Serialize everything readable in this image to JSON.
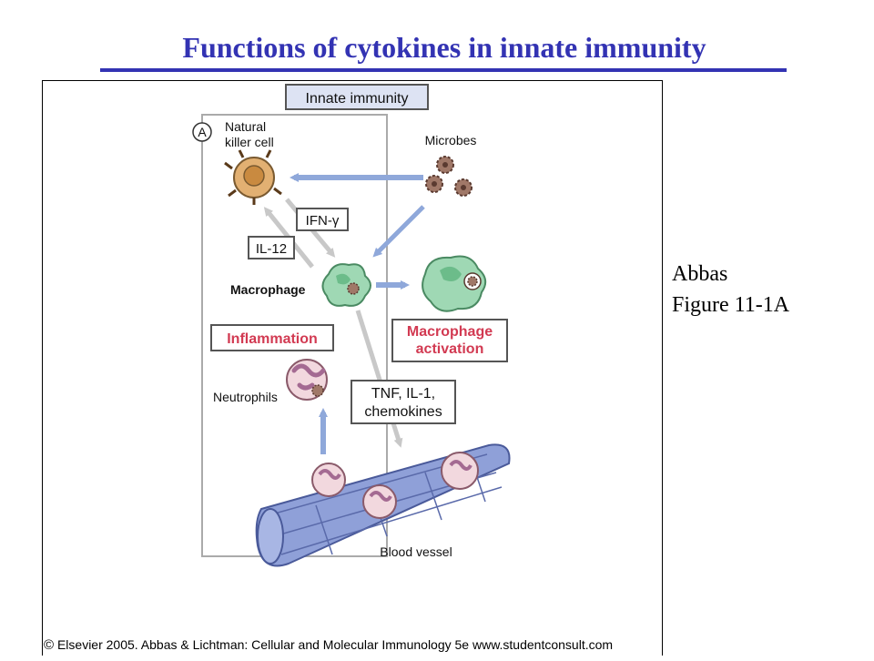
{
  "slide": {
    "title": "Functions of cytokines in innate immunity",
    "caption_line1": "Abbas",
    "caption_line2": "Figure 11-1A"
  },
  "figure": {
    "header": "Innate immunity",
    "panel_letter": "A",
    "nk_label_line1": "Natural",
    "nk_label_line2": "killer cell",
    "microbes_label": "Microbes",
    "ifn_label": "IFN-γ",
    "il12_label": "IL-12",
    "macrophage_label": "Macrophage",
    "inflammation_label": "Inflammation",
    "activation_line1": "Macrophage",
    "activation_line2": "activation",
    "neutrophils_label": "Neutrophils",
    "tnf_line1": "TNF, IL-1,",
    "tnf_line2": "chemokines",
    "vessel_label": "Blood vessel",
    "copyright_symbol": "©",
    "copyright_text": "Elsevier 2005. Abbas & Lichtman: Cellular and Molecular Immunology 5e www.studentconsult.com"
  },
  "colors": {
    "title": "#3333b3",
    "blue_arrow": "#8fa8da",
    "gray_arrow": "#c8c8c8",
    "label_red": "#d23a52",
    "vessel": "#8fa0d8",
    "macrophage": "#9fd8b4",
    "nk_cell": "#e2b072",
    "neutrophil": "#f2d8de"
  }
}
